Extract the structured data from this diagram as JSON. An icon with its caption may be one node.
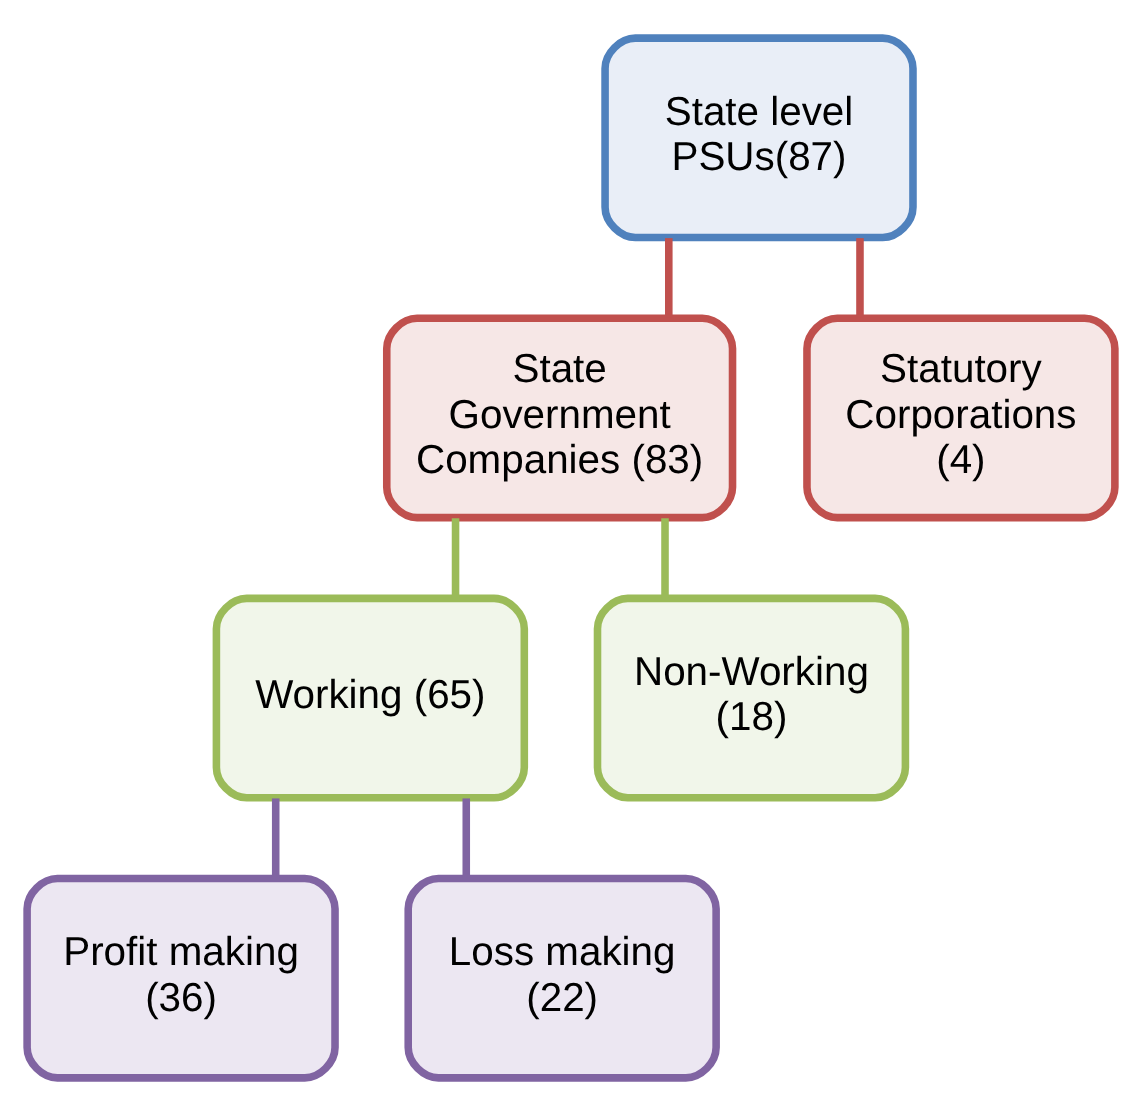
{
  "diagram": {
    "nodes": [
      {
        "text": [
          "State level PSUs(87)"
        ]
      },
      {
        "text": [
          "State Government Companies (83)"
        ]
      },
      {
        "text": [
          "Statutory Corporations (4)"
        ]
      },
      {
        "text": [
          "Working (65)"
        ]
      },
      {
        "text": [
          "Non-Working (18)"
        ]
      },
      {
        "text": [
          "Profit making (36)"
        ]
      },
      {
        "text": [
          "Loss making (22)"
        ]
      }
    ],
    "edges": [
      {
        "from": 0,
        "to": 1,
        "arrow": "none",
        "color": "#c0504d"
      },
      {
        "from": 0,
        "to": 2,
        "arrow": "none",
        "color": "#c0504d"
      },
      {
        "from": 1,
        "to": 3,
        "arrow": "none",
        "color": "#9bbb59"
      },
      {
        "from": 1,
        "to": 4,
        "arrow": "none",
        "color": "#9bbb59"
      },
      {
        "from": 3,
        "to": 5,
        "arrow": "none",
        "color": "#8064a2"
      },
      {
        "from": 3,
        "to": 6,
        "arrow": "none",
        "color": "#8064a2"
      }
    ]
  }
}
